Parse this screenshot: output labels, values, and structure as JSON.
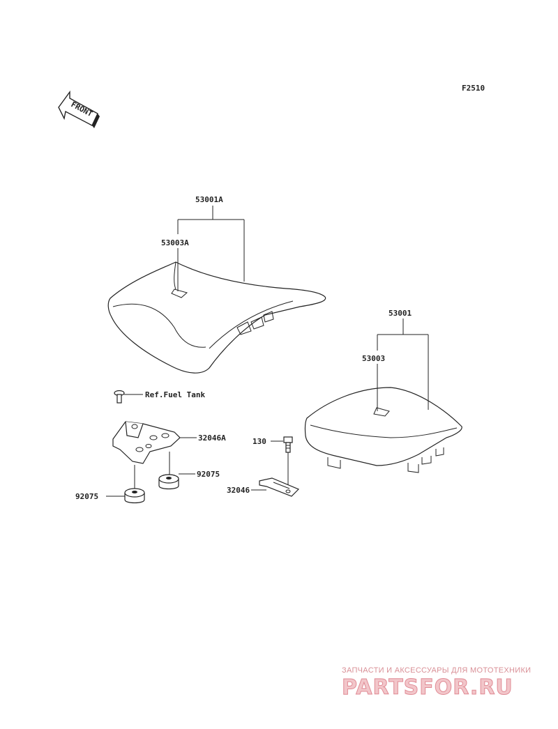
{
  "figure_code": "F2510",
  "front_arrow_label": "FRONT",
  "labels": {
    "rider_seat_assy": "53001A",
    "rider_seat_cover": "53003A",
    "pillion_seat_assy": "53001",
    "pillion_seat_cover": "53003",
    "ref_fuel_tank": "Ref.Fuel Tank",
    "bracket_front": "32046A",
    "damper_right": "92075",
    "damper_left": "92075",
    "bolt": "130",
    "bracket_rear": "32046"
  },
  "watermark": {
    "caption": "ЗАПЧАСТИ И АКСЕССУАРЫ ДЛЯ МОТОТЕХНИКИ",
    "logo": "PARTSFOR.RU",
    "color": "#e08a94"
  }
}
